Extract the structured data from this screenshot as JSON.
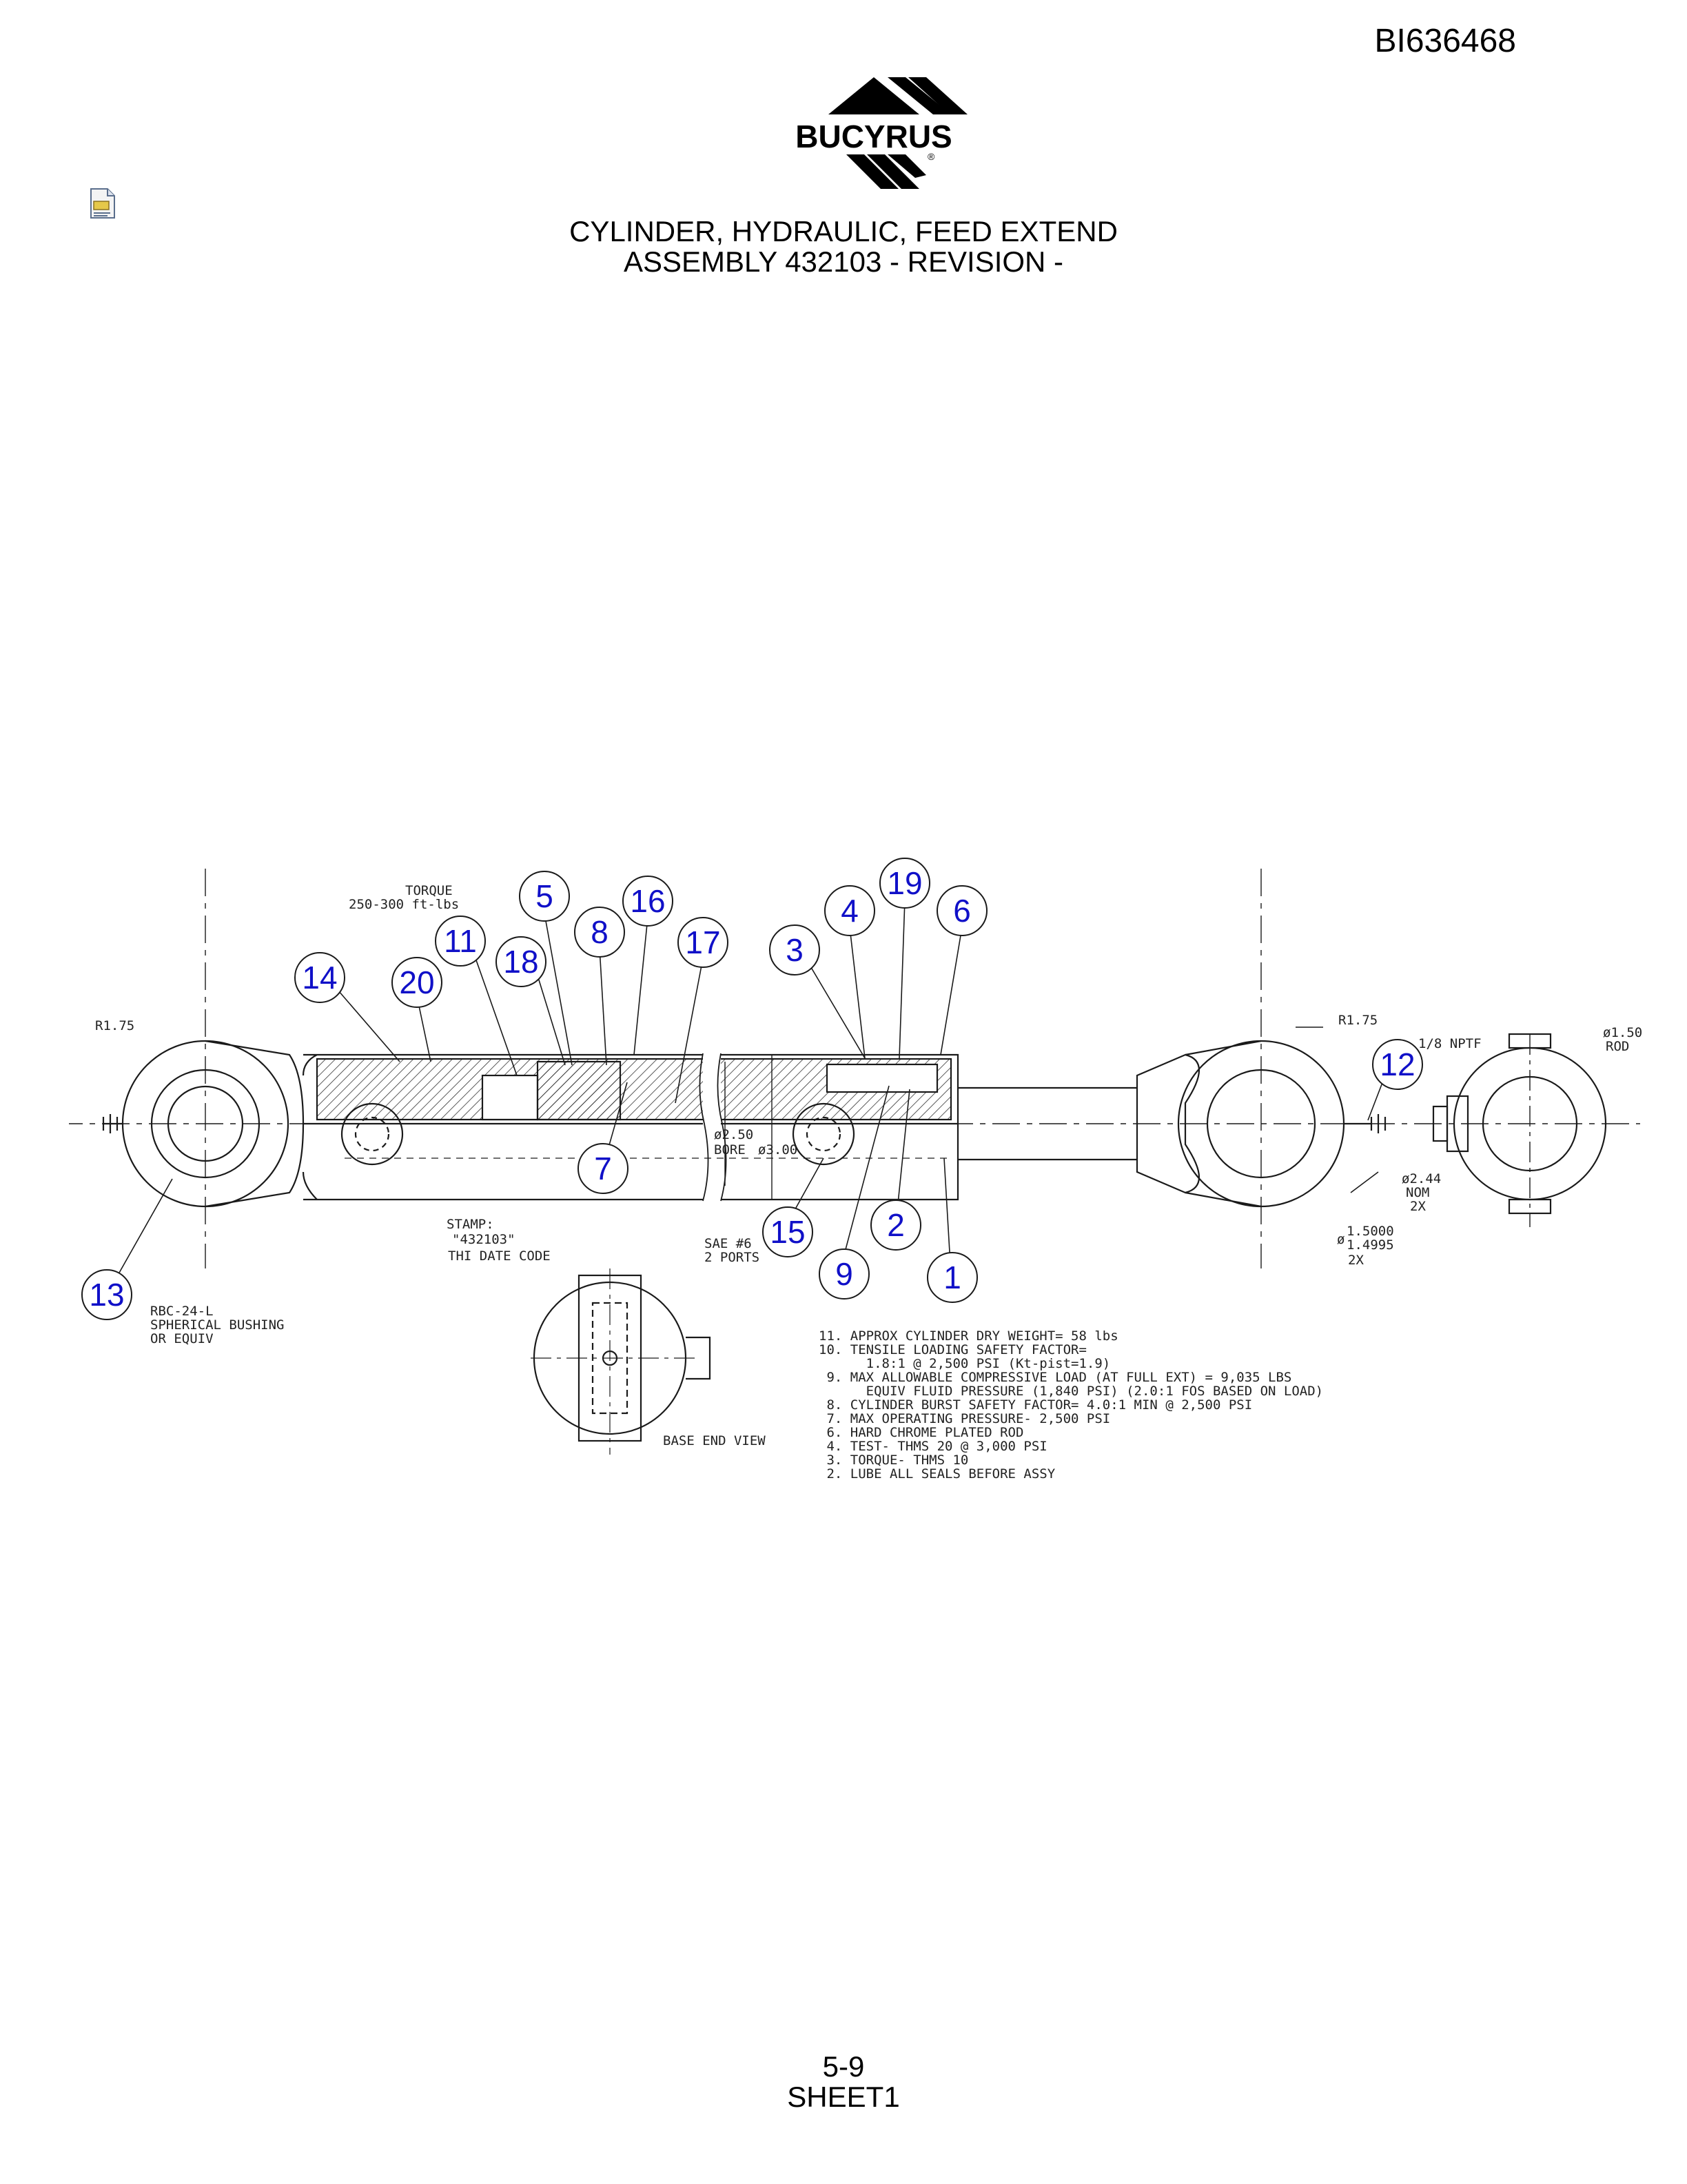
{
  "doc_id": "BI636468",
  "logo": {
    "text": "BUCYRUS",
    "mark": "®"
  },
  "icons": {
    "document": "document-icon"
  },
  "title": {
    "line1": "CYLINDER, HYDRAULIC, FEED EXTEND",
    "line2": "ASSEMBLY 432103 - REVISION -"
  },
  "balloons": [
    "1",
    "2",
    "3",
    "4",
    "5",
    "6",
    "7",
    "8",
    "9",
    "11",
    "12",
    "13",
    "14",
    "15",
    "16",
    "17",
    "18",
    "19",
    "20"
  ],
  "annotations": {
    "torque": "TORQUE",
    "torque_value": "250-300 ft-lbs",
    "r175_left": "R1.75",
    "r175_right": "R1.75",
    "nptf": "1/8 NPTF",
    "rod_dia": "ø1.50",
    "rod": "ROD",
    "nom_dia": "ø2.44",
    "nom": "NOM",
    "nom_qty": "2X",
    "pin_upper": "1.5000",
    "pin_lower": "1.4995",
    "pin_phi": "ø",
    "pin_qty": "2X",
    "bore_dia": "ø2.50",
    "bore": "BORE",
    "od_dia": "ø3.00",
    "stamp": "STAMP:",
    "stamp_value": "\"432103\"",
    "stamp_code": "THI DATE CODE",
    "sae": "SAE #6",
    "sae_ports": "2 PORTS",
    "bushing1": "RBC-24-L",
    "bushing2": "SPHERICAL BUSHING",
    "bushing3": "OR EQUIV",
    "base_end_view": "BASE END VIEW"
  },
  "notes": [
    "11. APPROX CYLINDER DRY WEIGHT= 58 lbs",
    "10. TENSILE LOADING SAFETY FACTOR=",
    "      1.8:1 @ 2,500 PSI (Kt-pist=1.9)",
    " 9. MAX ALLOWABLE COMPRESSIVE LOAD (AT FULL EXT) = 9,035 LBS",
    "      EQUIV FLUID PRESSURE (1,840 PSI) (2.0:1 FOS BASED ON LOAD)",
    " 8. CYLINDER BURST SAFETY FACTOR= 4.0:1 MIN @ 2,500 PSI",
    " 7. MAX OPERATING PRESSURE- 2,500 PSI",
    " 6. HARD CHROME PLATED ROD",
    " 4. TEST- THMS 20 @ 3,000 PSI",
    " 3. TORQUE- THMS 10",
    " 2. LUBE ALL SEALS BEFORE ASSY"
  ],
  "footer": {
    "page": "5-9",
    "sheet": "SHEET1"
  }
}
